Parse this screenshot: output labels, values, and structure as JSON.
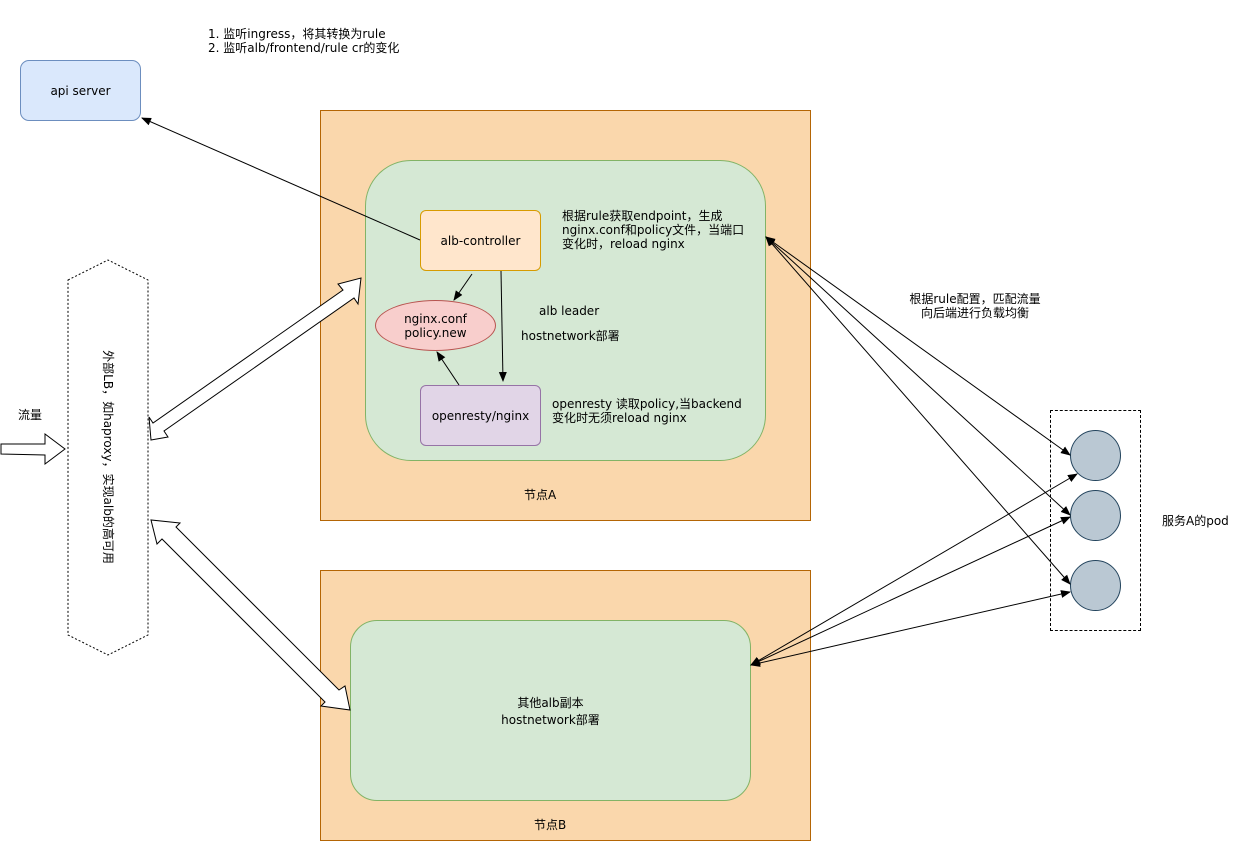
{
  "note": {
    "line1": "1. 监听ingress，将其转换为rule",
    "line2": "2. 监听alb/frontend/rule cr的变化"
  },
  "api_server": {
    "label": "api server",
    "fill": "#dae8fc",
    "stroke": "#6c8ebf"
  },
  "traffic_label": "流量",
  "lb": {
    "label": "外部LB，如haproxy，实现alb的高可用"
  },
  "node_a": {
    "label": "节点A",
    "fill": "#fad7ac",
    "stroke": "#b46504",
    "alb_controller": {
      "label": "alb-controller",
      "fill": "#ffe6cc",
      "stroke": "#d79b00"
    },
    "controller_note": {
      "line1": "根据rule获取endpoint，生成",
      "line2": "nginx.conf和policy文件，当端口",
      "line3": "变化时，reload nginx"
    },
    "config_ellipse": {
      "line1": "nginx.conf",
      "line2": "policy.new",
      "fill": "#f8cecc",
      "stroke": "#b85450"
    },
    "alb_leader": "alb leader",
    "hostnetwork": "hostnetwork部署",
    "openresty": {
      "label": "openresty/nginx",
      "fill": "#e1d5e7",
      "stroke": "#9673a6"
    },
    "openresty_note": {
      "line1": "openresty 读取policy,当backend",
      "line2": "变化时无须reload nginx"
    },
    "inner_fill": "#d5e8d4",
    "inner_stroke": "#82b366"
  },
  "node_b": {
    "label": "节点B",
    "replica": {
      "line1": "其他alb副本",
      "line2": "hostnetwork部署"
    }
  },
  "routing_note": {
    "line1": "根据rule配置，匹配流量",
    "line2": "向后端进行负载均衡"
  },
  "pods": {
    "label": "服务A的pod",
    "fill": "#bac8d3",
    "stroke": "#23445d",
    "count": 3
  }
}
